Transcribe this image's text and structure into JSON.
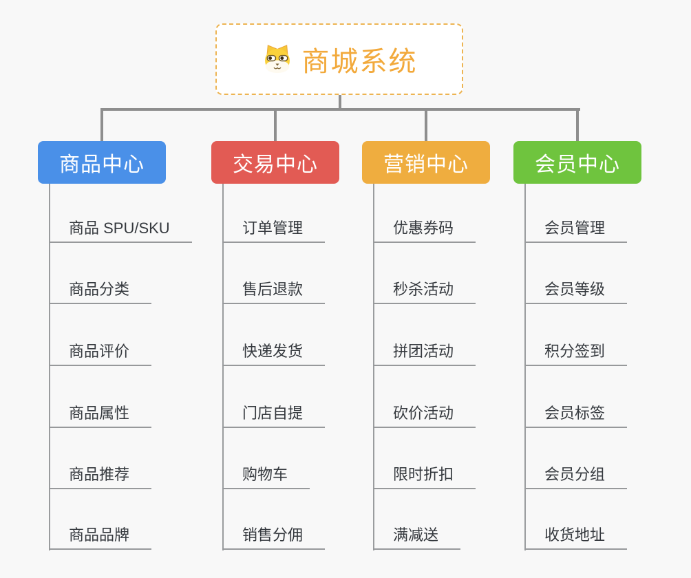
{
  "root": {
    "title": "商城系统",
    "icon": "dog-face-icon"
  },
  "branches": [
    {
      "id": "product-center",
      "label": "商品中心",
      "color": "#4a90e8",
      "children": [
        "商品 SPU/SKU",
        "商品分类",
        "商品评价",
        "商品属性",
        "商品推荐",
        "商品品牌"
      ]
    },
    {
      "id": "trade-center",
      "label": "交易中心",
      "color": "#e25b54",
      "children": [
        "订单管理",
        "售后退款",
        "快递发货",
        "门店自提",
        "购物车",
        "销售分佣"
      ]
    },
    {
      "id": "marketing-center",
      "label": "营销中心",
      "color": "#efad3f",
      "children": [
        "优惠券码",
        "秒杀活动",
        "拼团活动",
        "砍价活动",
        "限时折扣",
        "满减送"
      ]
    },
    {
      "id": "member-center",
      "label": "会员中心",
      "color": "#6fc43e",
      "children": [
        "会员管理",
        "会员等级",
        "积分签到",
        "会员标签",
        "会员分组",
        "收货地址"
      ]
    }
  ],
  "colors": {
    "background": "#f8f8f8",
    "root_accent": "#f2a93b",
    "root_border": "#edb452",
    "connector": "#8e8e8e",
    "leaf_line": "#97999b",
    "leaf_text": "#35393e"
  }
}
